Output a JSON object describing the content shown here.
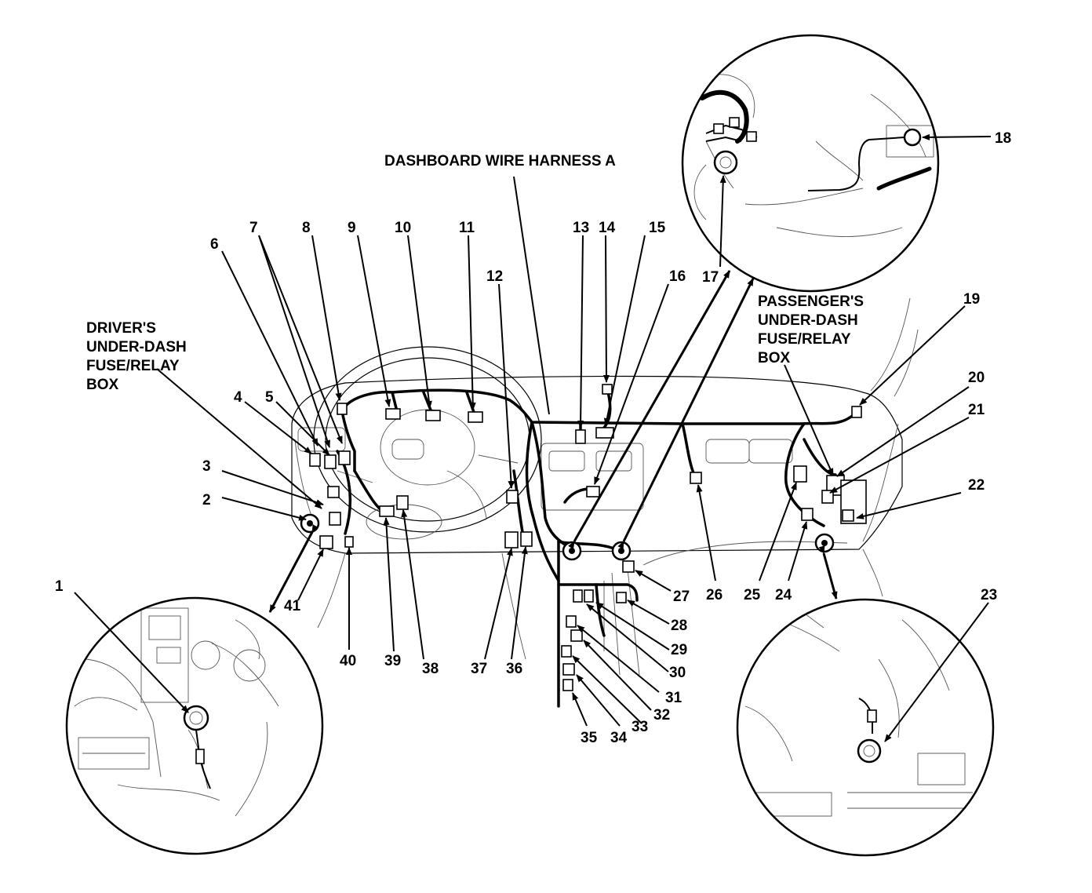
{
  "captions": {
    "harness": "DASHBOARD WIRE HARNESS A",
    "driver_box": [
      "DRIVER'S",
      "UNDER-DASH",
      "FUSE/RELAY",
      "BOX"
    ],
    "passenger_box": [
      "PASSENGER'S",
      "UNDER-DASH",
      "FUSE/RELAY",
      "BOX"
    ]
  },
  "callouts": [
    "1",
    "2",
    "3",
    "4",
    "5",
    "6",
    "7",
    "8",
    "9",
    "10",
    "11",
    "12",
    "13",
    "14",
    "15",
    "16",
    "17",
    "18",
    "19",
    "20",
    "21",
    "22",
    "23",
    "24",
    "25",
    "26",
    "27",
    "28",
    "29",
    "30",
    "31",
    "32",
    "33",
    "34",
    "35",
    "36",
    "37",
    "38",
    "39",
    "40",
    "41"
  ]
}
